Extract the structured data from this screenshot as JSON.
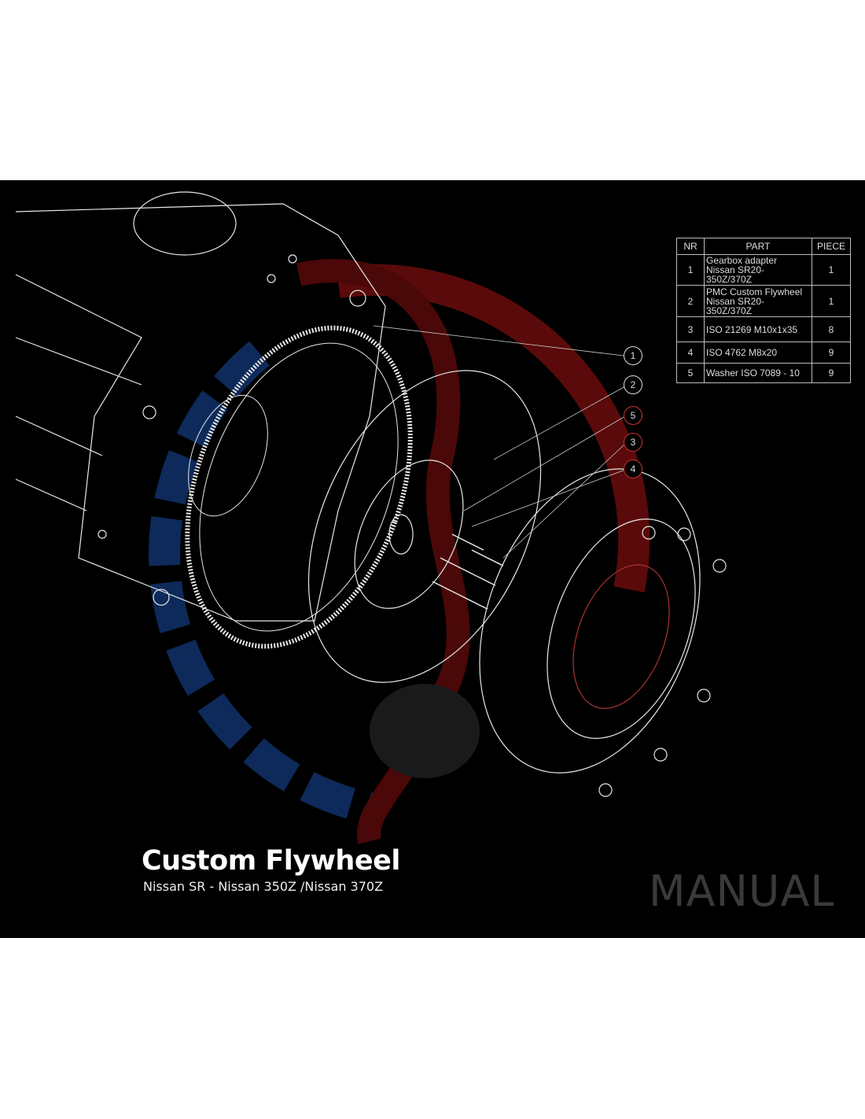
{
  "table": {
    "headers": [
      "NR",
      "PART",
      "PIECE"
    ],
    "rows": [
      {
        "nr": "1",
        "part_line1": "Gearbox adapter",
        "part_line2": "Nissan SR20-350Z/370Z",
        "piece": "1"
      },
      {
        "nr": "2",
        "part_line1": "PMC Custom Flywheel",
        "part_line2": "Nissan SR20-350Z/370Z",
        "piece": "1"
      },
      {
        "nr": "3",
        "part_line1": "ISO 21269 M10x1x35",
        "part_line2": "",
        "piece": "8"
      },
      {
        "nr": "4",
        "part_line1": "ISO 4762 M8x20",
        "part_line2": "",
        "piece": "9"
      },
      {
        "nr": "5",
        "part_line1": "Washer ISO 7089 - 10",
        "part_line2": "",
        "piece": "9"
      }
    ]
  },
  "callouts": [
    "1",
    "2",
    "5",
    "3",
    "4"
  ],
  "title": "Custom Flywheel",
  "subtitle": "Nissan SR - Nissan 350Z /Nissan 370Z",
  "manual_label": "MANUAL",
  "colors": {
    "background": "#000000",
    "logo_blue": "#0d2a5a",
    "logo_red": "#6a0b0b",
    "lines": "#e8e8e8"
  }
}
